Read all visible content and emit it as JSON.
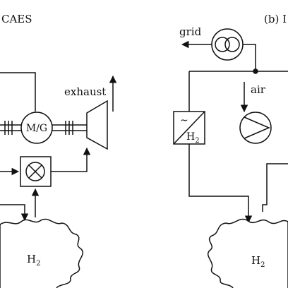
{
  "panel_a": {
    "title_fragment": "CAES",
    "motor_generator_label": "M/G",
    "exhaust_label": "exhaust",
    "storage_label_main": "H",
    "storage_label_sub": "2"
  },
  "panel_b": {
    "title_fragment": "(b) I",
    "grid_label": "grid",
    "air_label": "air",
    "converter_symbol": "~",
    "converter_label_main": "H",
    "converter_label_sub": "2",
    "storage_label_main": "H",
    "storage_label_sub": "2"
  },
  "colors": {
    "ink": "#111111",
    "background": "#ffffff"
  }
}
